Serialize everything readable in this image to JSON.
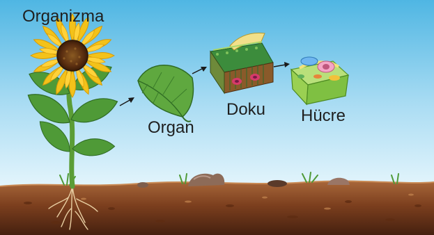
{
  "diagram": {
    "labels": {
      "organism": "Organizma",
      "organ": "Organ",
      "tissue": "Doku",
      "cell": "Hücre"
    },
    "flow": [
      "Organizma",
      "Organ",
      "Doku",
      "Hücre"
    ]
  },
  "colors": {
    "sky_top": "#4fb6e3",
    "sky_bottom": "#dff2fb",
    "soil_top": "#9c5a2e",
    "soil_bottom": "#4a2412",
    "leaf": "#4f9a37",
    "leaf_dark": "#2f6b24",
    "petal": "#f3c21a",
    "flower_center": "#6b3a14",
    "arrow": "#1a1a1a",
    "text": "#1f1f1f"
  }
}
